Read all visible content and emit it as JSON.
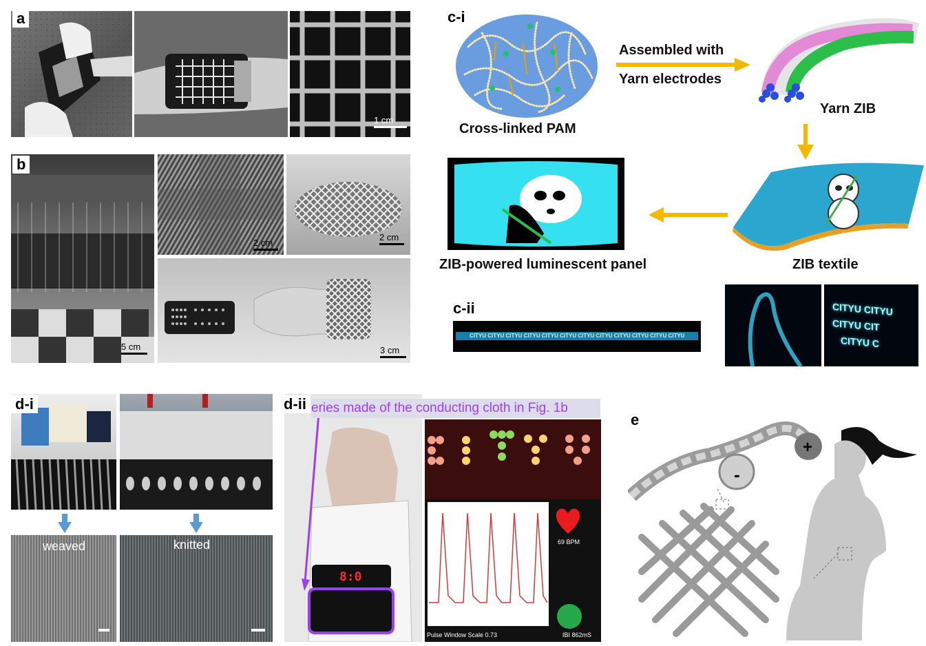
{
  "panels": {
    "a": {
      "label": "a",
      "scale_bar": "1 cm"
    },
    "b": {
      "label": "b",
      "scale_bars": [
        "5 cm",
        "2 cm",
        "2 cm",
        "3 cm"
      ]
    },
    "c_i": {
      "label": "c-i",
      "pam_caption": "Cross-linked PAM",
      "arrow_text_line1": "Assembled with",
      "arrow_text_line2": "Yarn electrodes",
      "yarn_caption": "Yarn ZIB",
      "textile_caption": "ZIB textile",
      "panel_caption": "ZIB-powered luminescent panel"
    },
    "c_ii": {
      "label": "c-ii",
      "strip_text": "CITYU CITYU CITYU CITYU CITYU   CITYU CITYU CITYU CITYU CITYU   CITYU CITYU",
      "glow_lines": [
        "CITYU CITYU",
        "CITYU CIT",
        "CITYU C"
      ]
    },
    "d_i": {
      "label": "d-i",
      "left_caption": "weaved",
      "right_caption": "knitted"
    },
    "d_ii": {
      "label": "d-ii",
      "banner_text": "eries made of the conducting cloth in Fig. 1b",
      "led_text": "CITYU",
      "watch_text": "8:0",
      "bpm": "69 BPM",
      "pulse_scale": "Pulse Window Scale 0.73",
      "ibi": "IBI 862mS"
    },
    "e": {
      "label": "e",
      "plus": "+",
      "minus": "-"
    }
  },
  "colors": {
    "accent_arrow": "#f5b800",
    "pam_blue": "#5b8fd6",
    "glow_cyan": "#35e0f0",
    "purple_box": "#9b3ff0",
    "blue_arrow": "#5b9bd5"
  }
}
